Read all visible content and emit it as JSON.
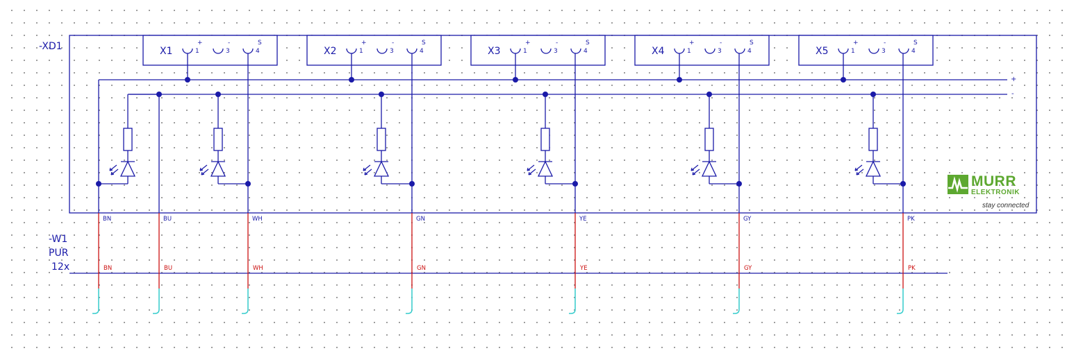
{
  "device": {
    "tag": "-XD1"
  },
  "cable": {
    "tag": "-W1",
    "material": "PUR",
    "cores": "12x"
  },
  "connectors": [
    {
      "name": "X1",
      "pin_plus": "1",
      "pin_minus": "3",
      "pin_signal": "4"
    },
    {
      "name": "X2",
      "pin_plus": "1",
      "pin_minus": "3",
      "pin_signal": "4"
    },
    {
      "name": "X3",
      "pin_plus": "1",
      "pin_minus": "3",
      "pin_signal": "4"
    },
    {
      "name": "X4",
      "pin_plus": "1",
      "pin_minus": "3",
      "pin_signal": "4"
    },
    {
      "name": "X5",
      "pin_plus": "1",
      "pin_minus": "3",
      "pin_signal": "4"
    }
  ],
  "pin_symbols": {
    "plus": "+",
    "minus": "-",
    "signal": "S"
  },
  "rails": {
    "plus": "+",
    "minus": "-"
  },
  "wires": [
    "BN",
    "BU",
    "WH",
    "GN",
    "YE",
    "GY",
    "PK"
  ],
  "brand": {
    "name": "MURR",
    "sub": "ELEKTRONIK",
    "tagline": "stay connected"
  },
  "colors": {
    "circuit": "#1a1aa8",
    "wire": "#cc1111",
    "end": "#33cccc",
    "brand": "#5da830"
  }
}
